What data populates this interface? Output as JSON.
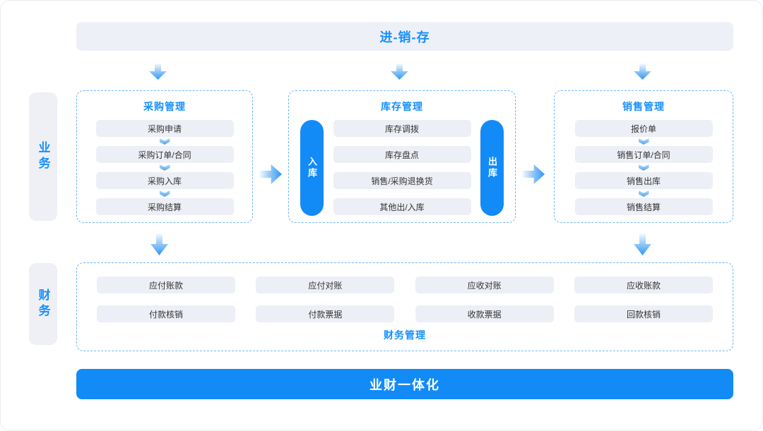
{
  "colors": {
    "accent_blue": "#128BF7",
    "title_blue": "#1890FF",
    "banner_bg": "#EEF0F8",
    "item_bg": "#EDEFF6",
    "dashed_border": "#6FB6F8",
    "item_text": "#333333",
    "banner_text": "#FFFFFF"
  },
  "top_banner": {
    "label": "进-销-存"
  },
  "sidebar": {
    "business_label": "业务",
    "finance_label": "财务"
  },
  "purchase": {
    "title": "采购管理",
    "items": [
      "采购申请",
      "采购订单/合同",
      "采购入库",
      "采购结算"
    ]
  },
  "inventory": {
    "title": "库存管理",
    "in_label": "入库",
    "out_label": "出库",
    "items": [
      "库存调拨",
      "库存盘点",
      "销售/采购退换货",
      "其他出/入库"
    ]
  },
  "sales": {
    "title": "销售管理",
    "items": [
      "报价单",
      "销售订单/合同",
      "销售出库",
      "销售结算"
    ]
  },
  "finance": {
    "title": "财务管理",
    "row1": [
      "应付账款",
      "应付对账",
      "应收对账",
      "应收账款"
    ],
    "row2": [
      "付款核销",
      "付款票据",
      "收款票据",
      "回款核销"
    ]
  },
  "bottom_banner": {
    "label": "业财一体化"
  }
}
